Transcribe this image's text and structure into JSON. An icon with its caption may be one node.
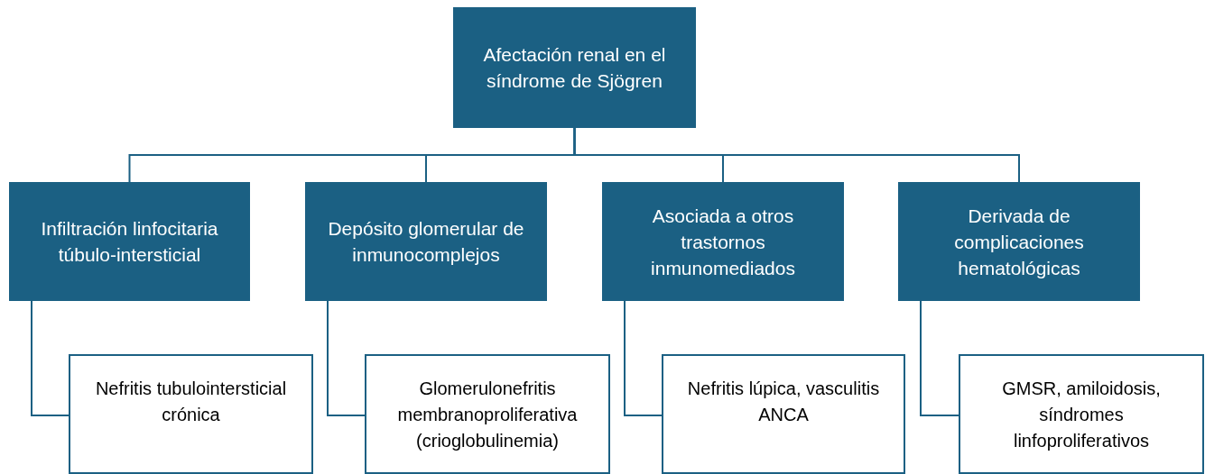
{
  "diagram": {
    "nodes": [
      {
        "text": [
          "Afectación renal en el síndrome de Sjögren"
        ]
      },
      {
        "text": [
          "Infiltración linfocitaria túbulo-intersticial"
        ]
      },
      {
        "text": [
          "Depósito glomerular de inmunocomplejos"
        ]
      },
      {
        "text": [
          "Asociada a otros trastornos inmunomediados"
        ]
      },
      {
        "text": [
          "Derivada de complicaciones hematológicas"
        ]
      },
      {
        "text": [
          "Nefritis tubulointersticial crónica"
        ]
      },
      {
        "text": [
          "Glomerulonefritis membranoproliferativa (crioglobulinemia)"
        ]
      },
      {
        "text": [
          "Nefritis lúpica, vasculitis ANCA"
        ]
      },
      {
        "text": [
          "GMSR, amiloidosis, síndromes linfoproliferativos"
        ]
      }
    ],
    "edges": [
      {
        "from": 0,
        "to": 1,
        "arrow": "none"
      },
      {
        "from": 0,
        "to": 2,
        "arrow": "none"
      },
      {
        "from": 0,
        "to": 3,
        "arrow": "none"
      },
      {
        "from": 0,
        "to": 4,
        "arrow": "none"
      },
      {
        "from": 1,
        "to": 5,
        "arrow": "none"
      },
      {
        "from": 2,
        "to": 6,
        "arrow": "none"
      },
      {
        "from": 3,
        "to": 7,
        "arrow": "none"
      },
      {
        "from": 4,
        "to": 8,
        "arrow": "none"
      }
    ]
  }
}
